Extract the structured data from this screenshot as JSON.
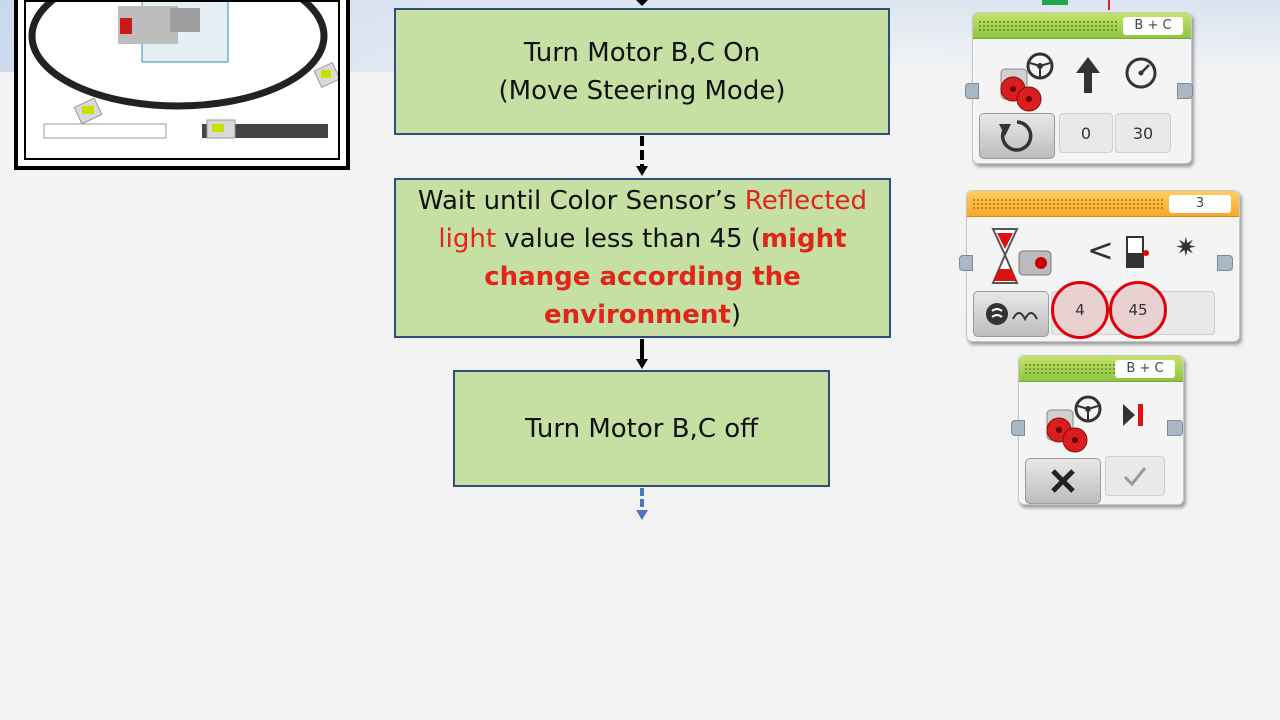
{
  "flowchart": {
    "step1": {
      "line1": "Turn Motor B,C On",
      "line2": "(Move Steering Mode)"
    },
    "step2": {
      "part1": "Wait until Color Sensor’s ",
      "part2": "Reflected",
      "part3": "light",
      "part4": " value less than 45 (",
      "part5": "might",
      "part6": "change according the",
      "part7": "environment",
      "part8": ")"
    },
    "step3": {
      "text": "Turn Motor B,C off"
    }
  },
  "blocks": {
    "move_on": {
      "ports": "B + C",
      "steering": "0",
      "power": "30",
      "icons": [
        "steering-wheel",
        "up-arrow",
        "speedometer",
        "rotate"
      ]
    },
    "wait": {
      "port": "3",
      "port_value": "4",
      "threshold": "45",
      "icons": [
        "hourglass",
        "less-than",
        "reflected-light",
        "light-sun"
      ]
    },
    "move_off": {
      "ports": "B + C",
      "icons": [
        "steering-wheel",
        "stop",
        "close",
        "check"
      ]
    }
  },
  "colors": {
    "box_fill": "#c6e0a4",
    "box_border": "#2e4f7a",
    "highlight_red": "#e0251b",
    "motor_green": "#8ec63f",
    "sensor_orange": "#f7a829"
  }
}
